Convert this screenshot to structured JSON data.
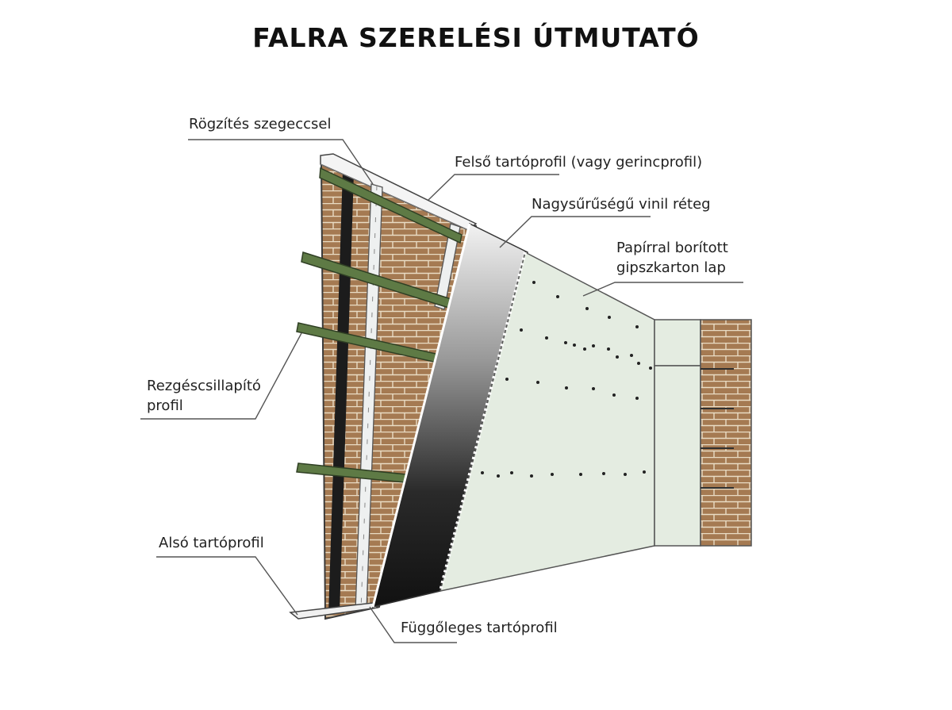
{
  "title": "FALRA SZERELÉSI ÚTMUTATÓ",
  "labels": {
    "rivet_fixing": "Rögzítés szegeccsel",
    "top_profile": "Felső tartóprofil (vagy gerincprofil)",
    "vinyl_layer": "Nagysűrűségű vinil réteg",
    "drywall_line1": "Papírral borított",
    "drywall_line2": "gipszkarton lap",
    "damper_line1": "Rezgéscsillapító",
    "damper_line2": "profil",
    "bottom_profile": "Alsó tartóprofil",
    "vertical_profile": "Függőleges tartóprofil"
  },
  "colors": {
    "brick": "#a57a52",
    "mortar": "#e9dcc4",
    "damper_profile": "#5e7a45",
    "vinyl": "#3a3a3a",
    "drywall": "#e4ece1",
    "leader_line": "#555555"
  }
}
